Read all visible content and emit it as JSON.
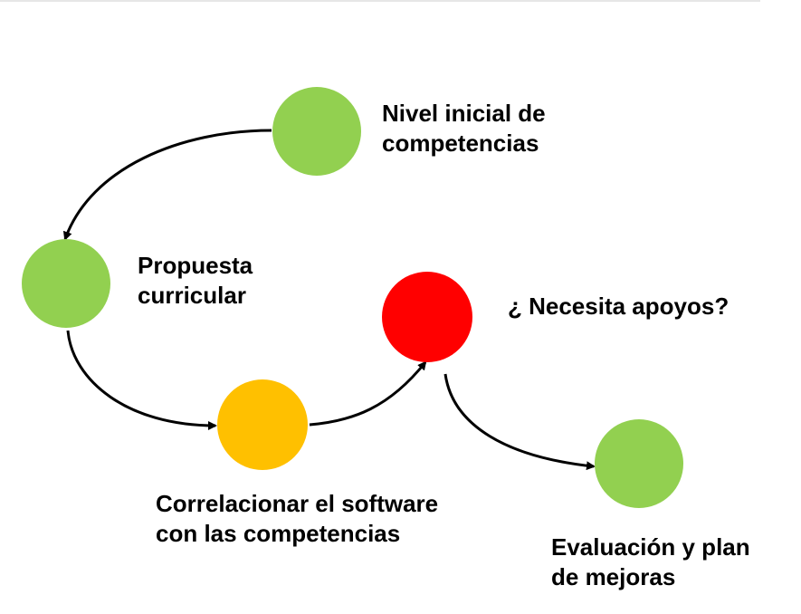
{
  "colors": {
    "green": "#92d050",
    "red": "#ff0000",
    "amber": "#ffc000",
    "arrow": "#000000",
    "text": "#000000"
  },
  "steps": [
    {
      "id": "nivel",
      "color": "green",
      "label": [
        "Nivel inicial de",
        "competencias"
      ]
    },
    {
      "id": "propuesta",
      "color": "green",
      "label": [
        "Propuesta",
        "curricular"
      ]
    },
    {
      "id": "correlacionar",
      "color": "amber",
      "label": [
        "Correlacionar el software",
        "con las competencias"
      ]
    },
    {
      "id": "apoyos",
      "color": "red",
      "label": [
        "¿ Necesita apoyos?"
      ]
    },
    {
      "id": "evaluacion",
      "color": "green",
      "label": [
        "Evaluación y plan",
        "de mejoras"
      ]
    }
  ],
  "connections": [
    {
      "from": "nivel",
      "to": "propuesta"
    },
    {
      "from": "propuesta",
      "to": "correlacionar"
    },
    {
      "from": "correlacionar",
      "to": "apoyos"
    },
    {
      "from": "apoyos",
      "to": "evaluacion"
    }
  ]
}
